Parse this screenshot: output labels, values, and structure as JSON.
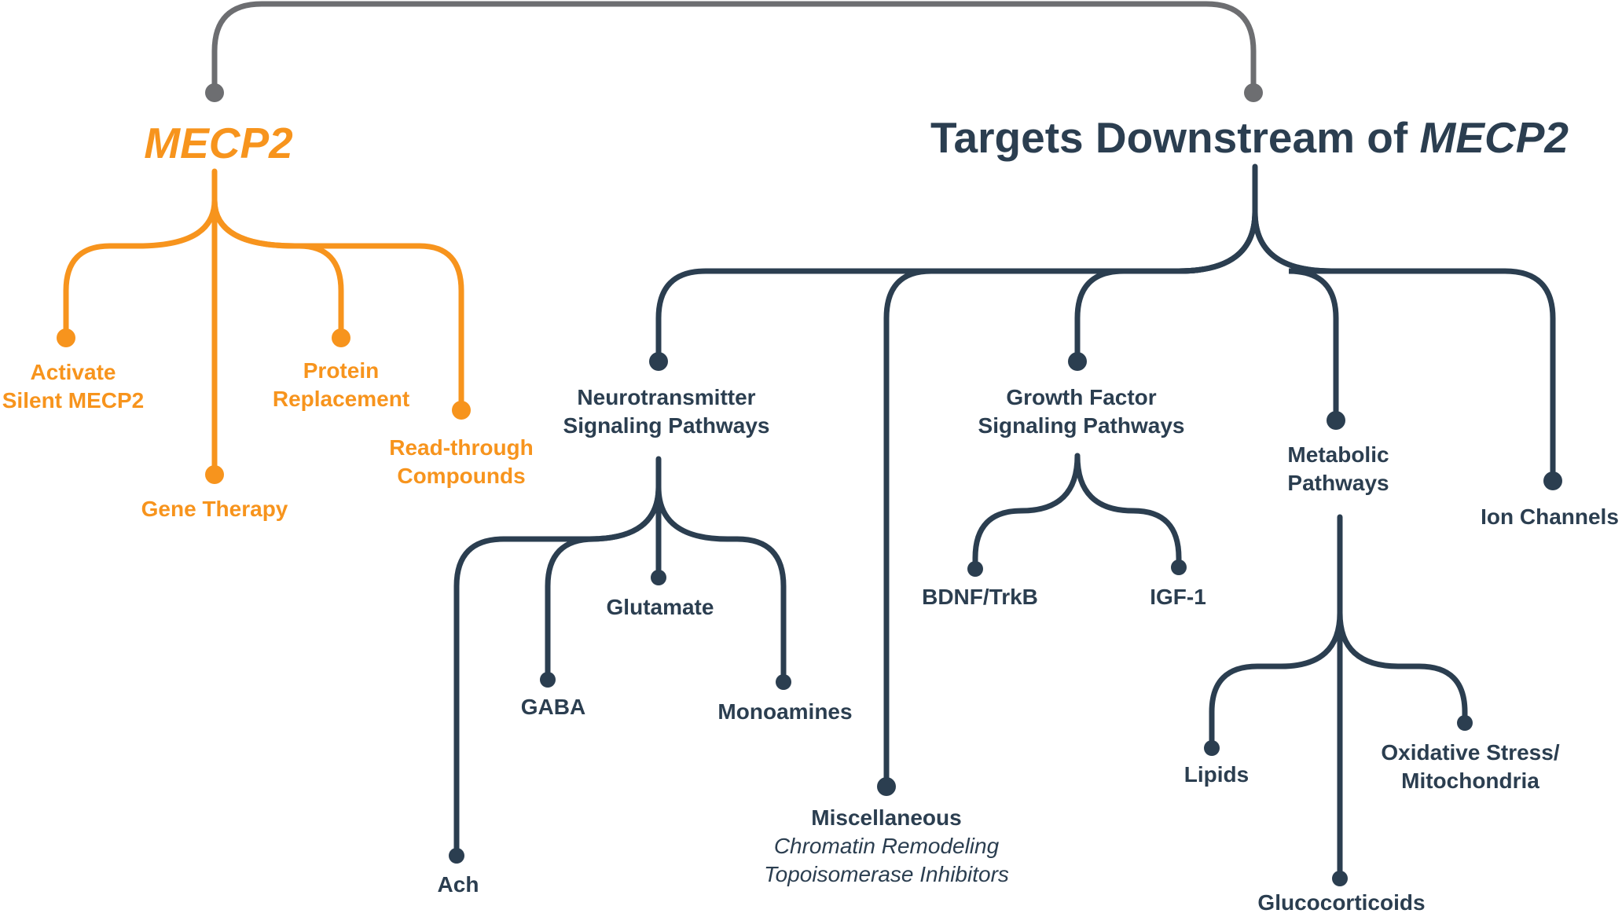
{
  "colors": {
    "orange": "#F7941D",
    "navy": "#2B3E50",
    "gray": "#6D6E71"
  },
  "left": {
    "title": "MECP2",
    "children": [
      {
        "line1": "Activate",
        "line2": "Silent MECP2"
      },
      {
        "line1": "Gene Therapy"
      },
      {
        "line1": "Protein",
        "line2": "Replacement"
      },
      {
        "line1": "Read-through",
        "line2": "Compounds"
      }
    ]
  },
  "right": {
    "title_prefix": "Targets Downstream of ",
    "title_italic": "MECP2",
    "neuro": {
      "line1": "Neurotransmitter",
      "line2": "Signaling Pathways",
      "children": [
        "Ach",
        "GABA",
        "Glutamate",
        "Monoamines"
      ]
    },
    "misc": {
      "label": "Miscellaneous",
      "sub1": "Chromatin Remodeling",
      "sub2": "Topoisomerase Inhibitors"
    },
    "growth": {
      "line1": "Growth Factor",
      "line2": "Signaling Pathways",
      "children": [
        "BDNF/TrkB",
        "IGF-1"
      ]
    },
    "metabolic": {
      "line1": "Metabolic",
      "line2": "Pathways",
      "children": [
        "Lipids",
        "Glucocorticoids"
      ],
      "oxidative": {
        "line1": "Oxidative Stress/",
        "line2": "Mitochondria"
      }
    },
    "ion": {
      "label": "Ion Channels"
    }
  }
}
